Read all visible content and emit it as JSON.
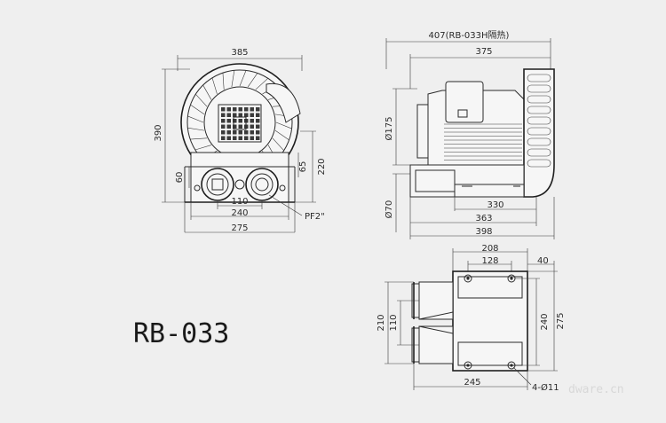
{
  "model": "RB-033",
  "watermark": "dware.cn",
  "front_view": {
    "width_overall": "385",
    "height_overall": "390",
    "height_to_center": "220",
    "base_to_center": "65",
    "flange_height": "60",
    "port_spacing": "110",
    "base_width": "240",
    "foot_width": "275",
    "port_label": "PF2\""
  },
  "side_view": {
    "total_length": "407(RB-033H隔热)",
    "body_length": "375",
    "diameter_175": "Ø175",
    "diameter_70": "Ø70",
    "base_330": "330",
    "base_363": "363",
    "base_398": "398"
  },
  "plan_view": {
    "width_208": "208",
    "width_128": "128",
    "width_40": "40",
    "height_210": "210",
    "height_110": "110",
    "height_240": "240",
    "height_275": "275",
    "length_245": "245",
    "holes": "4-Ø11"
  }
}
